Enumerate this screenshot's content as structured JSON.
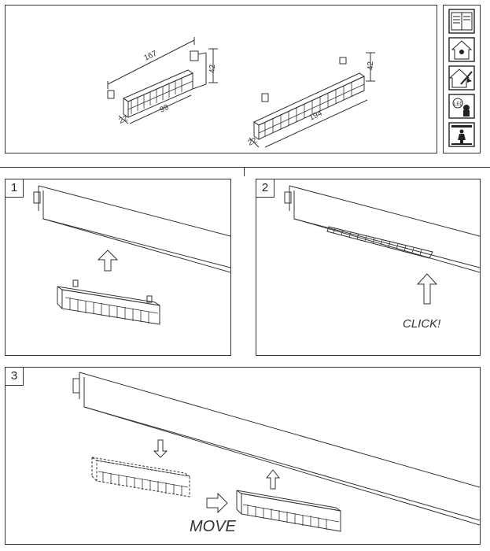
{
  "dimensions": {
    "small_length": "167",
    "small_height": "42",
    "small_depth": "22",
    "small_inner": "99",
    "large_height": "42",
    "large_depth": "22",
    "large_length": "194"
  },
  "icons": {
    "sidebar": [
      "manual-book-icon",
      "indoor-house-icon",
      "no-wet-install-house-icon",
      "led-lamp-icon",
      "installer-person-icon"
    ]
  },
  "steps": {
    "step1": {
      "number": "1"
    },
    "step2": {
      "number": "2",
      "action": "CLICK!"
    },
    "step3": {
      "number": "3",
      "action": "MOVE"
    }
  }
}
